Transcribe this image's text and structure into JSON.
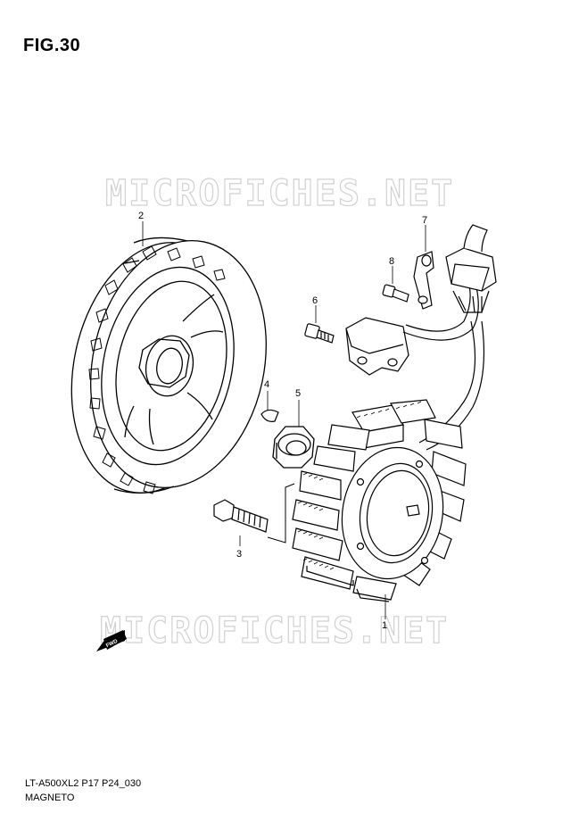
{
  "figure": {
    "title": "FIG.30"
  },
  "watermark": {
    "text": "MICROFICHES.NET"
  },
  "footer": {
    "code": "LT-A500XL2 P17 P24_030",
    "name": "MAGNETO"
  },
  "fwd_arrow": {
    "label": "FWD"
  },
  "callouts": [
    {
      "id": "1",
      "part": "stator"
    },
    {
      "id": "2",
      "part": "rotor"
    },
    {
      "id": "3",
      "part": "bolt"
    },
    {
      "id": "4",
      "part": "key"
    },
    {
      "id": "5",
      "part": "nut"
    },
    {
      "id": "6",
      "part": "screw"
    },
    {
      "id": "7",
      "part": "clamp"
    },
    {
      "id": "8",
      "part": "screw"
    }
  ]
}
